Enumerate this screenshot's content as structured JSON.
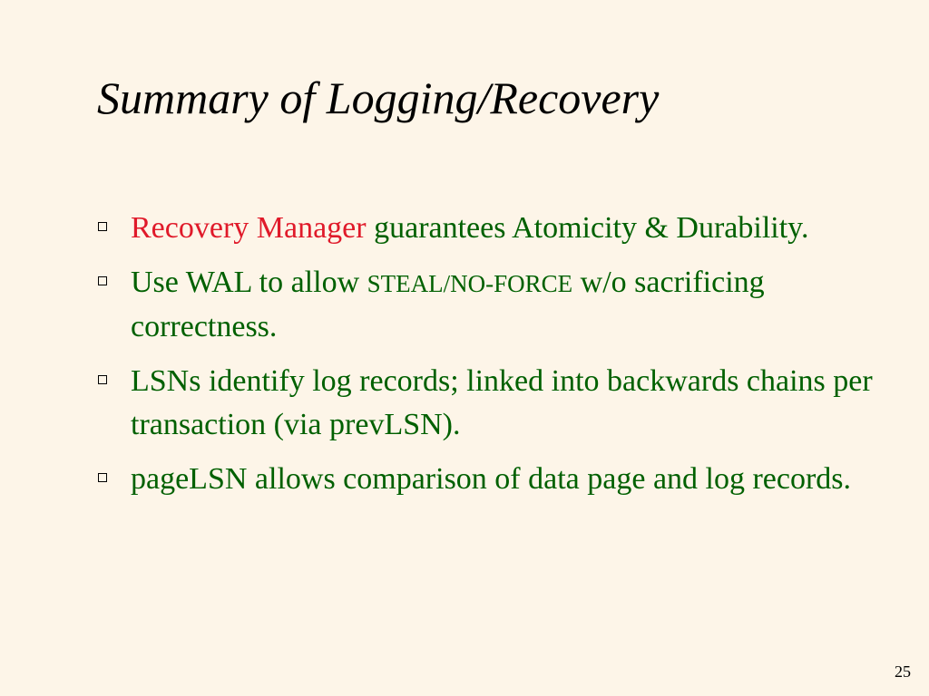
{
  "slide": {
    "title": "Summary of Logging/Recovery",
    "page_number": "25",
    "colors": {
      "background": "#fdf5e8",
      "title": "#000000",
      "body_text": "#006000",
      "highlight": "#e01a2a"
    },
    "bullets": [
      {
        "marker_icon": "hollow-square-bullet-icon",
        "highlight": "Recovery Manager",
        "text": " guarantees Atomicity & Durability."
      },
      {
        "marker_icon": "hollow-square-bullet-icon",
        "pre": "Use WAL to allow ",
        "smallcaps": "STEAL/NO-FORCE",
        "post": " w/o sacrificing correctness."
      },
      {
        "marker_icon": "hollow-square-bullet-icon",
        "text": "LSNs identify log records; linked into backwards chains per transaction (via prevLSN)."
      },
      {
        "marker_icon": "hollow-square-bullet-icon",
        "text": "pageLSN allows comparison of data page and log records."
      }
    ]
  }
}
